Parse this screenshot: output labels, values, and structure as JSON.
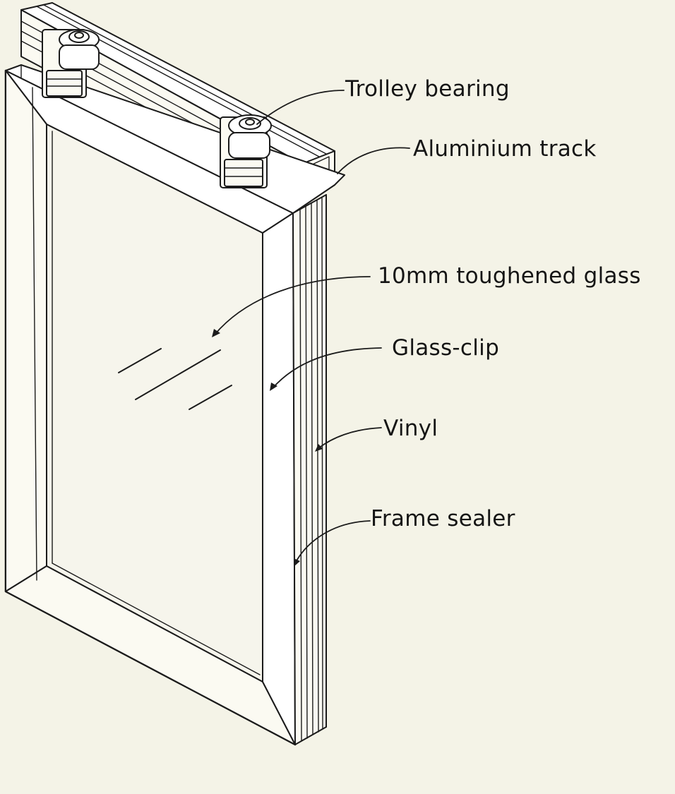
{
  "labels": {
    "trolley_bearing": "Trolley bearing",
    "aluminium_track": "Aluminium track",
    "glass": "10mm toughened glass",
    "glass_clip": "Glass-clip",
    "vinyl": "Vinyl",
    "frame_sealer": "Frame sealer"
  },
  "colors": {
    "background": "#f4f3e7",
    "ink": "#1b1b1b"
  },
  "icons": {
    "arrow": "arrow-icon"
  }
}
